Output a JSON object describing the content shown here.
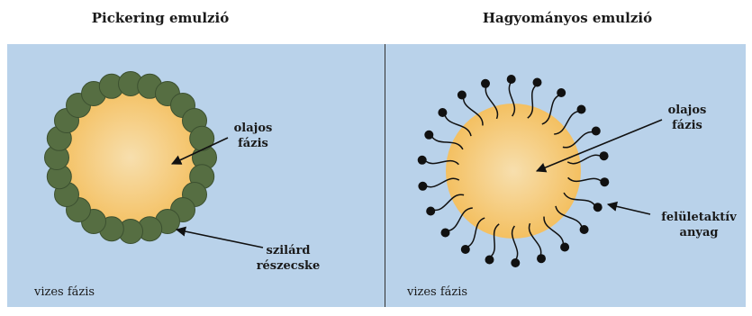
{
  "panels": [
    {
      "title": "Pickering emulzió",
      "oil_label": [
        "olajos",
        "fázis"
      ],
      "particle_label": [
        "szilárd",
        "részecske"
      ],
      "water_label": "vizes fázis"
    },
    {
      "title": "Hagyományos emulzió",
      "oil_label": [
        "olajos",
        "fázis"
      ],
      "surfactant_label": [
        "felületaktív",
        "anyag"
      ],
      "water_label": "vizes fázis"
    }
  ],
  "colors": {
    "water": "#b9d2ea",
    "oil_center": "#f7dfae",
    "oil_edge": "#f4c061",
    "particle": "#566e42",
    "particle_edge": "#3c5030",
    "surfactant": "#111111"
  },
  "counts": {
    "particles": 24,
    "surfactants": 22
  }
}
